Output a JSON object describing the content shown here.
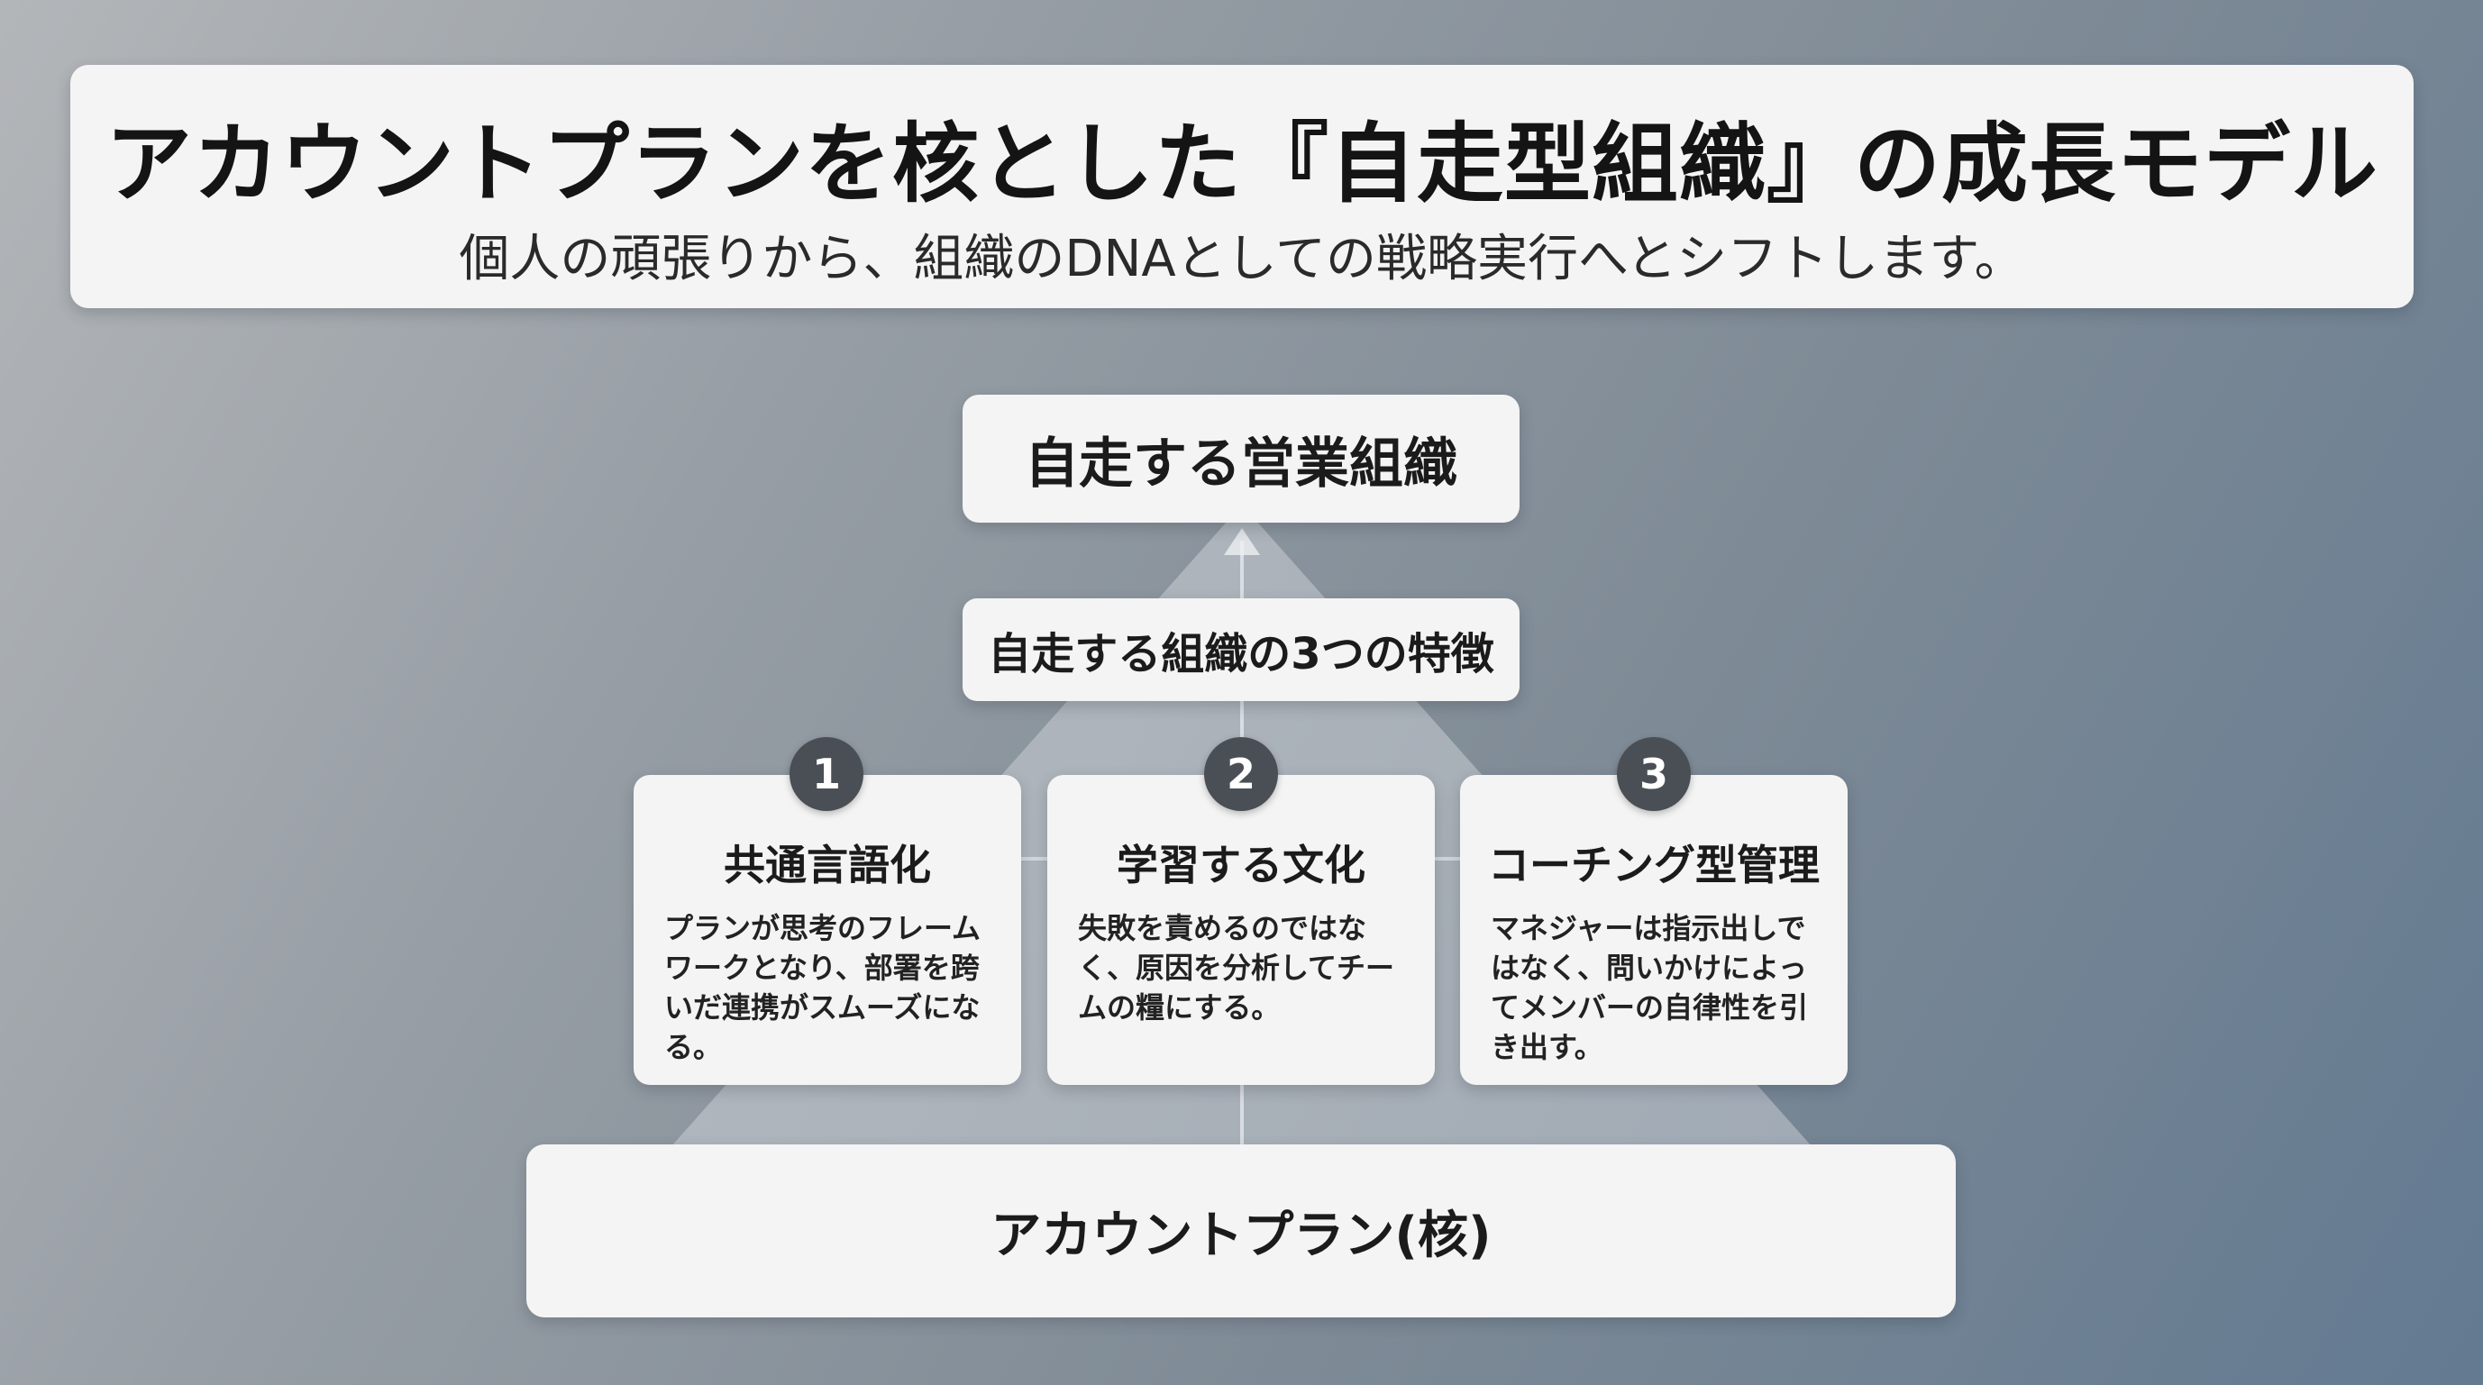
{
  "header": {
    "title": "アカウントプランを核とした『自走型組織』の成長モデル",
    "subtitle": "個人の頑張りから、組織のDNAとしての戦略実行へとシフトします。"
  },
  "top": {
    "label": "自走する営業組織"
  },
  "middle": {
    "label": "自走する組織の3つの特徴"
  },
  "features": [
    {
      "number": "1",
      "title": "共通言語化",
      "description": "プランが思考のフレームワークとなり、部署を跨いだ連携がスムーズになる。"
    },
    {
      "number": "2",
      "title": "学習する文化",
      "description": "失敗を責めるのではなく、原因を分析してチームの糧にする。"
    },
    {
      "number": "3",
      "title": "コーチング型管理",
      "description": "マネジャーは指示出しではなく、問いかけによってメンバーの自律性を引き出す。"
    }
  ],
  "base": {
    "label": "アカウントプラン(核)"
  },
  "colors": {
    "card_background": "#f4f4f4",
    "number_badge": "#4a4f55",
    "pyramid_fill": "#dde1e5"
  }
}
